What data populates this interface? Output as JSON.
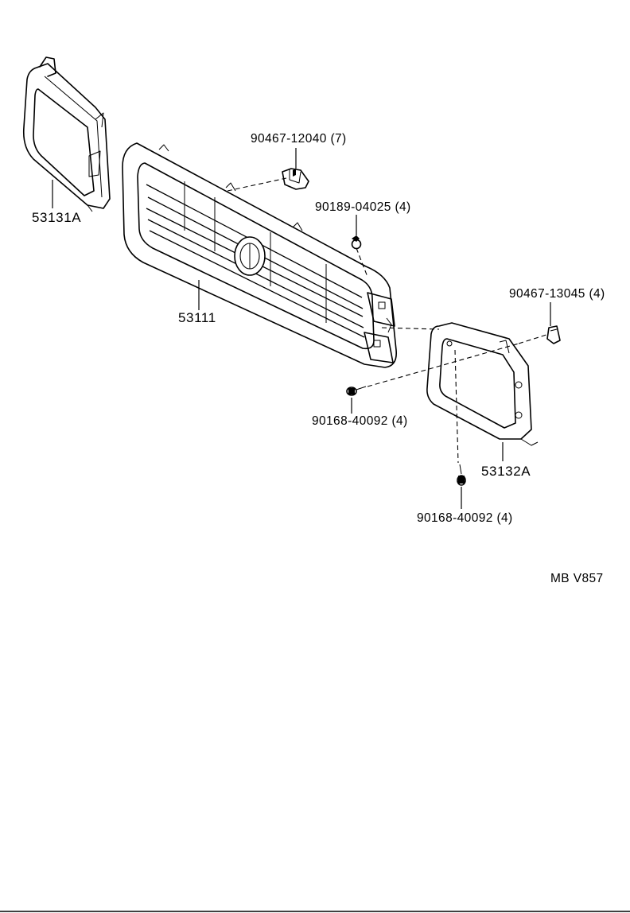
{
  "labels": {
    "clip_top": "90467-12040 (7)",
    "clip_right": "90467-13045 (4)",
    "screw_top": "90189-04025 (4)",
    "screw_mid": "90168-40092 (4)",
    "screw_bottom": "90168-40092 (4)",
    "grille": "53111",
    "left_frame": "53131A",
    "right_frame": "53132A",
    "figure_code": "MB V857"
  }
}
